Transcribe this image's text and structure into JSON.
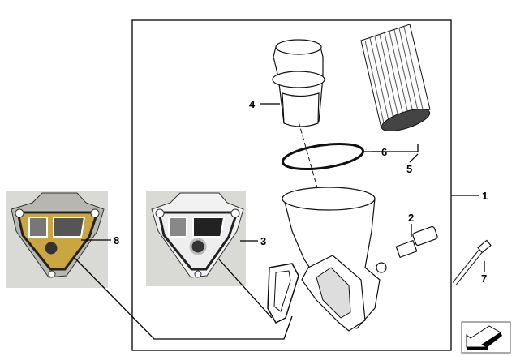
{
  "diagram": {
    "callouts": {
      "p1": "1",
      "p2": "2",
      "p3": "3",
      "p4": "4",
      "p5": "5",
      "p6": "6",
      "p7": "7",
      "p8": "8"
    },
    "colors": {
      "frame": "#000000",
      "photo_bg": "#d9d9d6",
      "gasket_yellow": "#c9a640"
    }
  }
}
